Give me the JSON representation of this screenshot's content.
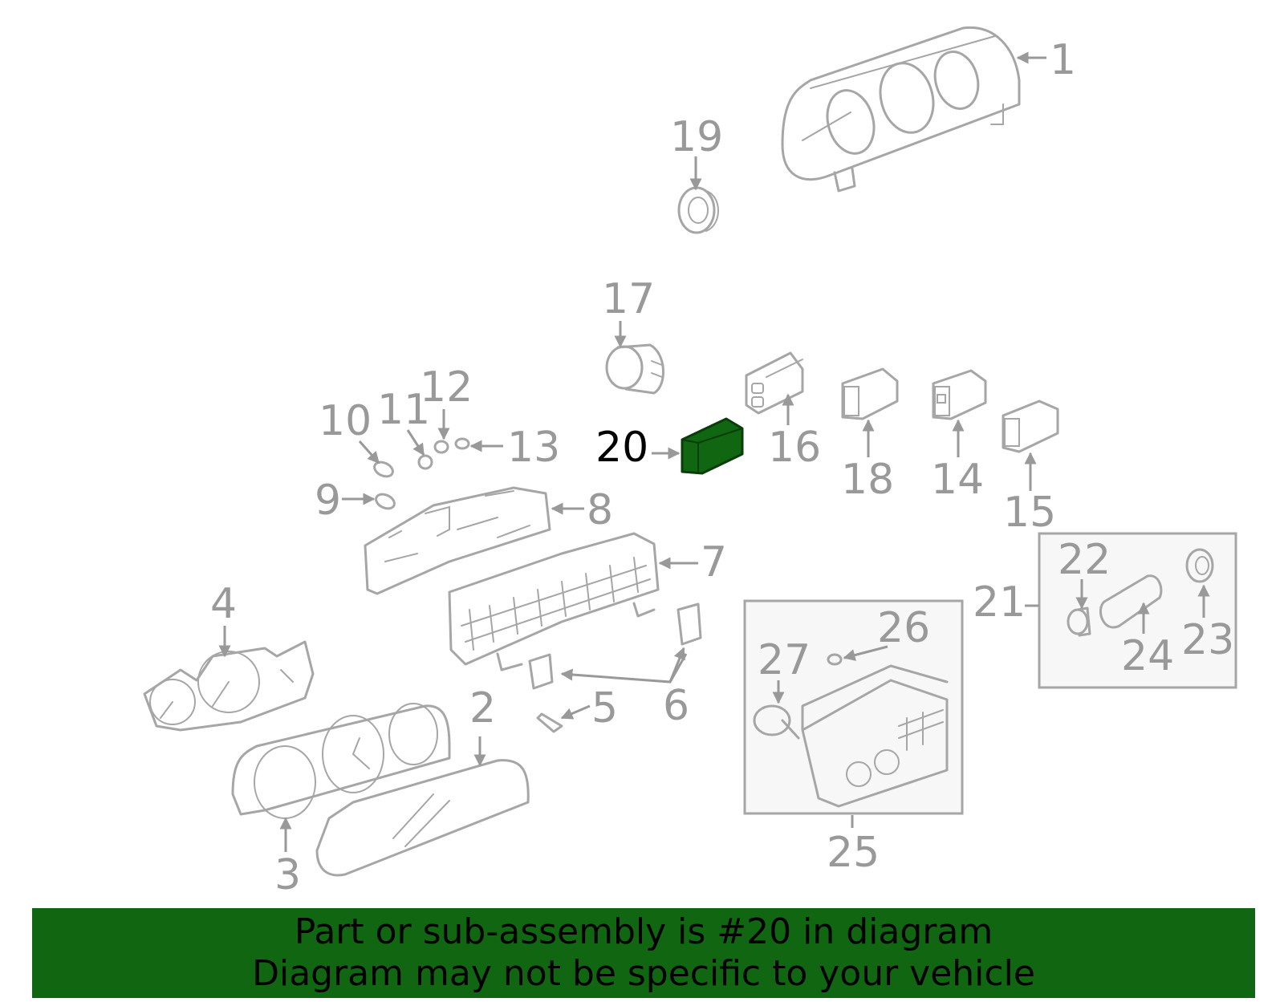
{
  "highlight_color": "#116611",
  "highlighted_part": "20",
  "callouts": [
    "1",
    "2",
    "3",
    "4",
    "5",
    "6",
    "7",
    "8",
    "9",
    "10",
    "11",
    "12",
    "13",
    "14",
    "15",
    "16",
    "17",
    "18",
    "19",
    "20",
    "21",
    "22",
    "23",
    "24",
    "25",
    "26",
    "27"
  ],
  "banner": {
    "line1": "Part or sub-assembly is #20 in diagram",
    "line2": "Diagram may not be specific to your vehicle"
  }
}
